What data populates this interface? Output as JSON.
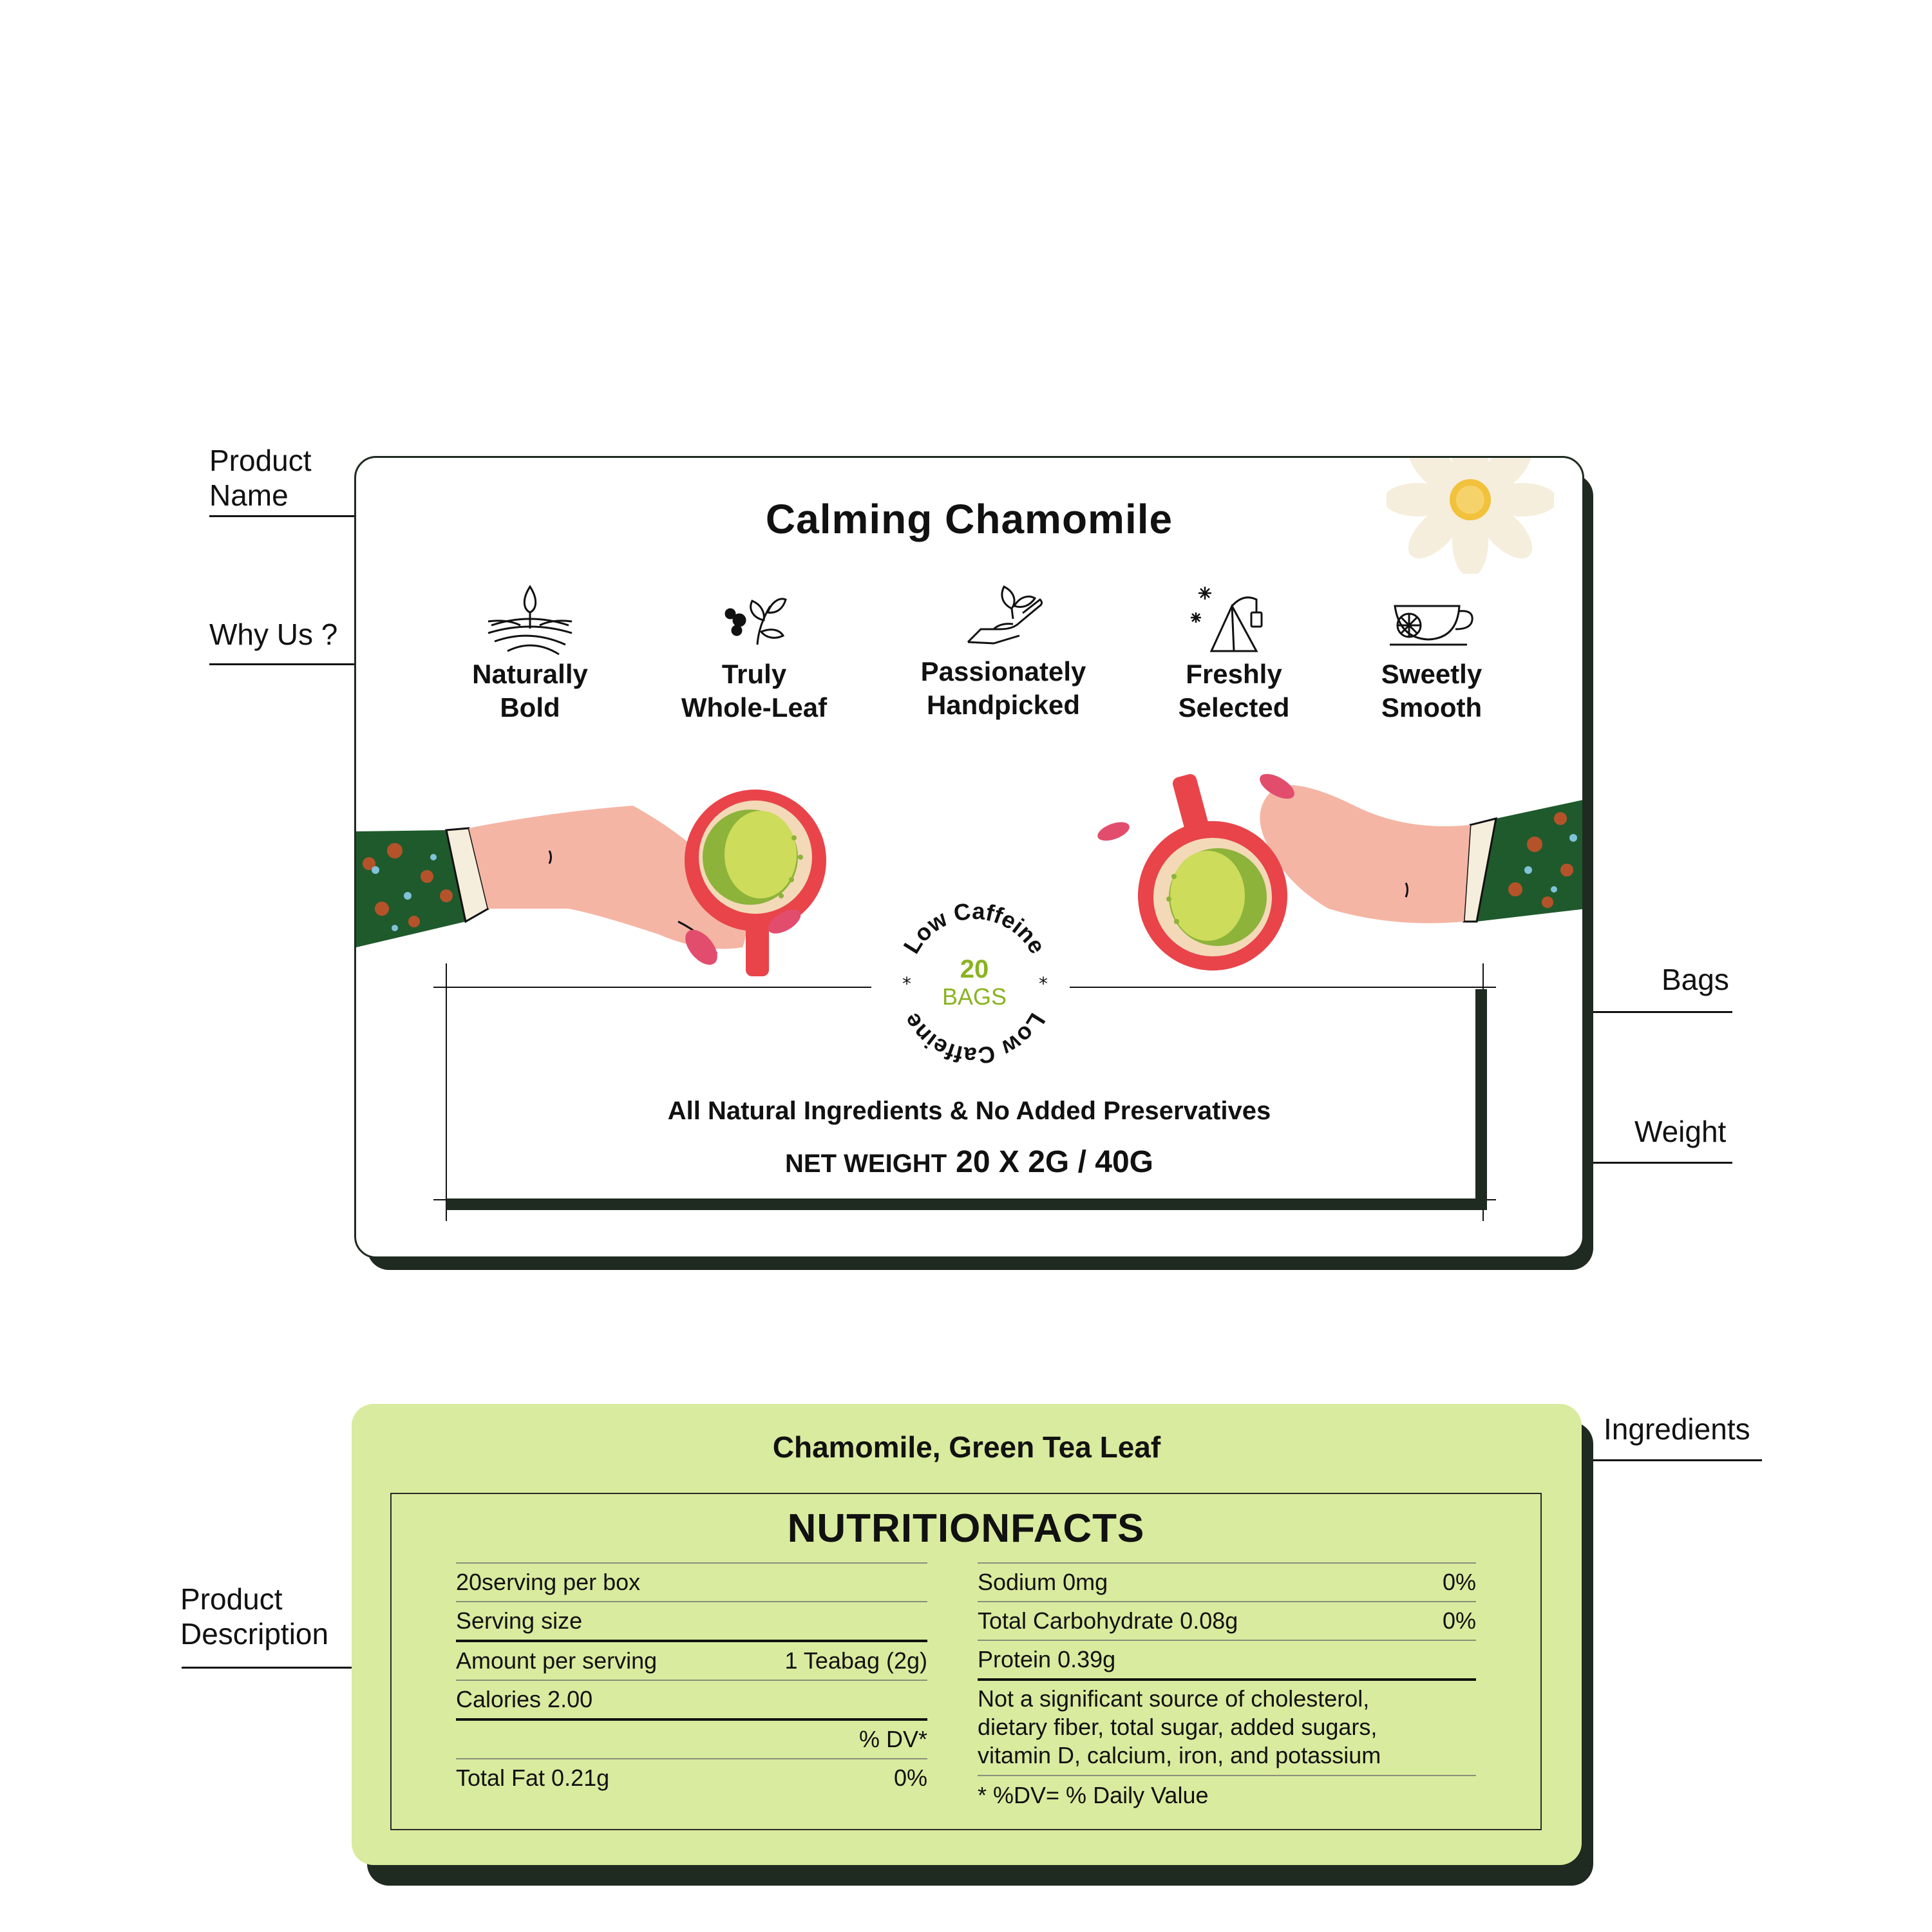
{
  "annotations": {
    "product_name": [
      "Product",
      "Name"
    ],
    "why_us": "Why Us ?",
    "bags": "Bags",
    "weight": "Weight",
    "ingredients": "Ingredients",
    "product_description": [
      "Product",
      "Description"
    ]
  },
  "front_label": {
    "title": "Calming Chamomile",
    "features": [
      {
        "icon": "wheat-field-icon",
        "line1": "Naturally",
        "line2": "Bold"
      },
      {
        "icon": "leaf-sprig-icon",
        "line1": "Truly",
        "line2": "Whole-Leaf"
      },
      {
        "icon": "hand-leaf-icon",
        "line1": "Passionately",
        "line2": "Handpicked"
      },
      {
        "icon": "tea-bag-icon",
        "line1": "Freshly",
        "line2": "Selected"
      },
      {
        "icon": "tea-cup-lemon-icon",
        "line1": "Sweetly",
        "line2": "Smooth"
      }
    ],
    "badge": {
      "ring_text": "Low Caffeine",
      "count": "20",
      "unit": "BAGS"
    },
    "claim": "All Natural Ingredients & No Added Preservatives",
    "net_weight_label": "NET WEIGHT",
    "net_weight_value": "20 X 2G / 40G"
  },
  "back_label": {
    "ingredients": "Chamomile, Green Tea Leaf",
    "nutrition_title": "NUTRITIONFACTS",
    "left_rows": [
      {
        "label": "20serving per box",
        "value": ""
      },
      {
        "label": "Serving size",
        "value": ""
      },
      {
        "label": "Amount per serving",
        "value": "1 Teabag (2g)"
      },
      {
        "label": "Calories 2.00",
        "value": ""
      },
      {
        "label": "",
        "value": "% DV*"
      },
      {
        "label": "Total Fat 0.21g",
        "value": "0%"
      }
    ],
    "right_rows": [
      {
        "label": "Sodium 0mg",
        "value": "0%"
      },
      {
        "label": "Total Carbohydrate 0.08g",
        "value": "0%"
      },
      {
        "label": "Protein 0.39g",
        "value": ""
      }
    ],
    "note": [
      "Not a significant source of cholesterol,",
      "dietary fiber, total sugar, added sugars,",
      "vitamin D, calcium, iron, and potassium"
    ],
    "footnote": "* %DV= % Daily Value"
  },
  "colors": {
    "card_shadow": "#1f2a20",
    "back_bg": "#d9eb9e",
    "cup_red": "#e8444a",
    "tea_green": "#cddc5a",
    "skin": "#f5b5a4",
    "sleeve": "#1f5a2c",
    "badge_green": "#8ab321"
  }
}
